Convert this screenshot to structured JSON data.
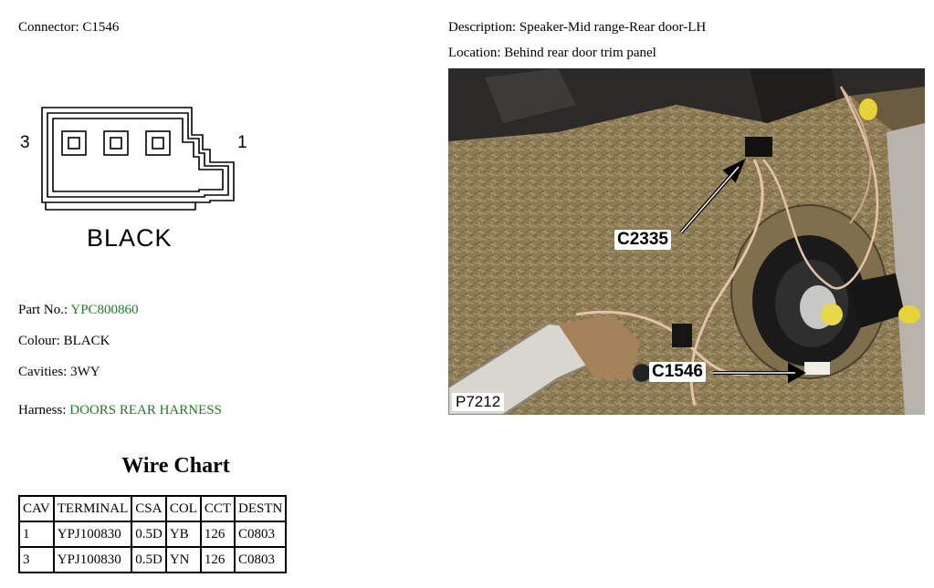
{
  "connector": {
    "label": "Connector:",
    "id": "C1546",
    "color_label": "BLACK",
    "pin_left": "3",
    "pin_right": "1"
  },
  "description": {
    "label": "Description:",
    "value": "Speaker-Mid range-Rear door-LH"
  },
  "location": {
    "label": "Location:",
    "value": "Behind rear door trim panel"
  },
  "details": {
    "part_no_label": "Part No.:",
    "part_no": "YPC800860",
    "colour_label": "Colour:",
    "colour": "BLACK",
    "cavities_label": "Cavities:",
    "cavities": "3WY",
    "harness_label": "Harness:",
    "harness": "DOORS REAR HARNESS",
    "link_color": "#1e7d1e"
  },
  "photo": {
    "callout_c2335": "C2335",
    "callout_c1546": "C1546",
    "photo_id": "P7212"
  },
  "wire_chart": {
    "title": "Wire Chart",
    "headers": [
      "CAV",
      "TERMINAL",
      "CSA",
      "COL",
      "CCT",
      "DESTN"
    ],
    "rows": [
      [
        "1",
        "YPJ100830",
        "0.5D",
        "YB",
        "126",
        "C0803"
      ],
      [
        "3",
        "YPJ100830",
        "0.5D",
        "YN",
        "126",
        "C0803"
      ]
    ]
  }
}
